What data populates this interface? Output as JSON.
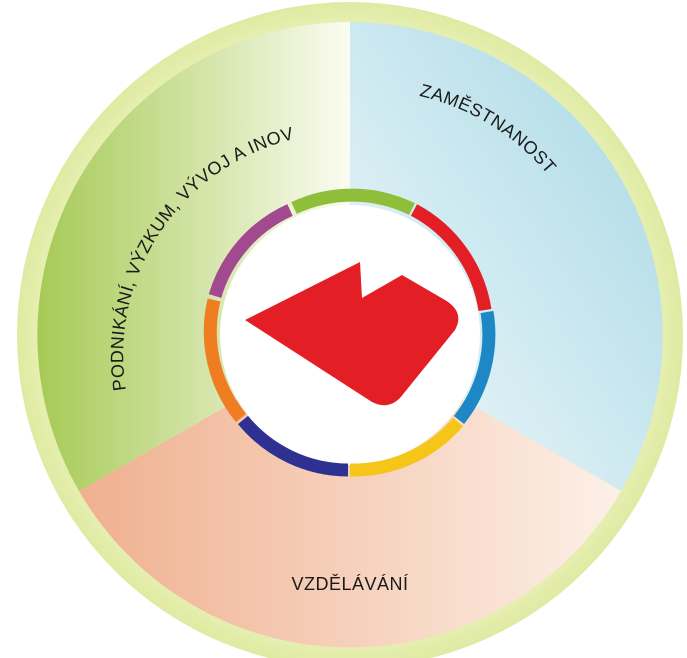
{
  "segments": [
    {
      "id": "zamestnanost",
      "label": "ZAMĚSTNANOST",
      "color": "#a9d9e6"
    },
    {
      "id": "vzdelavani",
      "label": "VZDĚLÁVÁNÍ",
      "color": "#f0b697"
    },
    {
      "id": "podnikani",
      "label": "PODNIKÁNÍ, VÝZKUM, VÝVOJ A INOVACE",
      "color": "#a8cc5c"
    }
  ],
  "colors": {
    "outer_ring": "#e4eeae",
    "logo": "#e31e24",
    "center_ring": [
      "#e31e24",
      "#1e88c7",
      "#f5c518",
      "#2e3192",
      "#ef7d22",
      "#a3498f",
      "#8fbe3a"
    ]
  }
}
